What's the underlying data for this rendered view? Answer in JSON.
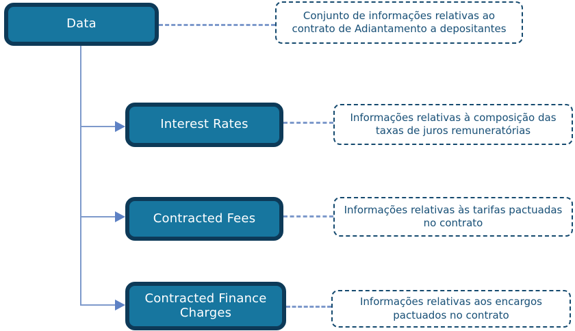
{
  "diagram": {
    "title": "Data hierarchy diagram",
    "colors": {
      "node_fill": "#17769f",
      "node_border": "#0d3a58",
      "node_text": "#ffffff",
      "note_border": "#14496e",
      "note_text": "#174f76",
      "connector_line": "#7d99cb",
      "connector_arrow": "#5d81c4"
    },
    "root": {
      "label": "Data",
      "note": "Conjunto de informações relativas ao contrato de Adiantamento a depositantes"
    },
    "children": [
      {
        "label": "Interest Rates",
        "note": "Informações relativas à composição das taxas de juros remuneratórias"
      },
      {
        "label": "Contracted Fees",
        "note": "Informações relativas às tarifas pactuadas no contrato"
      },
      {
        "label": "Contracted Finance Charges",
        "note": "Informações relativas aos encargos pactuados no contrato"
      }
    ]
  }
}
